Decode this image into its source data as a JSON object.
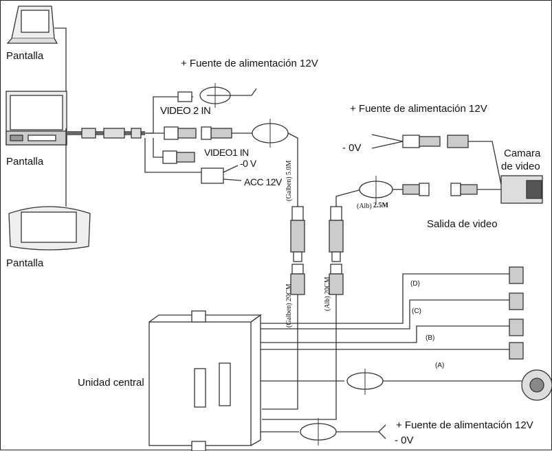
{
  "labels": {
    "pantalla_top": "Pantalla",
    "pantalla_mid": "Pantalla",
    "pantalla_bottom": "Pantalla",
    "power_top": "+ Fuente de alimentación 12V",
    "power_right": "+ Fuente de alimentación 12V",
    "power_bottom": "+ Fuente de alimentación 12V",
    "video2_in": "VIDEO 2 IN",
    "video1_in": "VIDEO1 IN",
    "minus_0v_small": "-0 V",
    "acc_12v": "ACC 12V",
    "minus_0v_right": "- 0V",
    "minus_0v_bottom": "- 0V",
    "camara_line1": "Camara",
    "camara_line2": "de video",
    "salida_video": "Salida de video",
    "unidad_central": "Unidad central",
    "cable_galben_long": "(Galben) 5.0M",
    "cable_alb_long_name": "(Alb)",
    "cable_alb_long_len": "2.5M",
    "cable_galben_short": "(Galben) 20CM",
    "cable_alb_short": "(Alb)  20CM",
    "sensor_a": "(A)",
    "sensor_b": "(B)",
    "sensor_c": "(C)",
    "sensor_d": "(D)"
  },
  "colors": {
    "line": "#333333",
    "fill_dark": "#555555",
    "fill_light": "#e6e6e6"
  }
}
